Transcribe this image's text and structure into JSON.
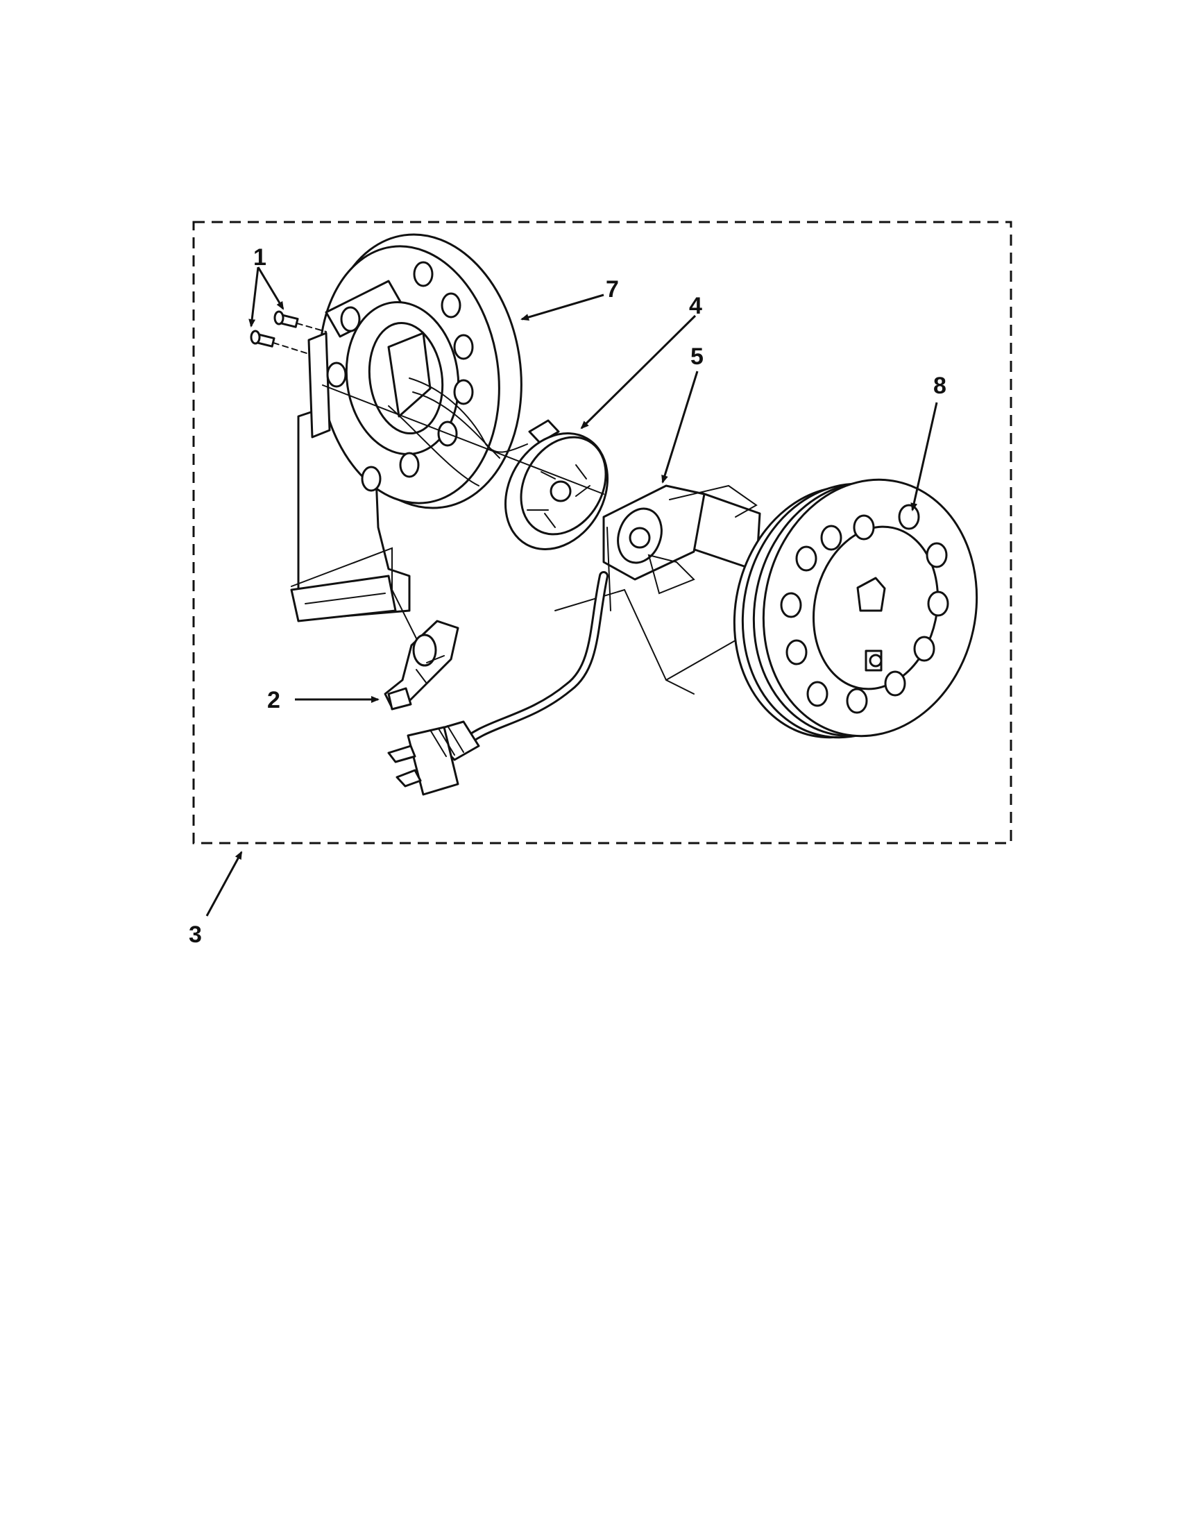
{
  "callouts": {
    "c1": "1",
    "c2": "2",
    "c3": "3",
    "c4": "4",
    "c5": "5",
    "c7": "7",
    "c8": "8"
  }
}
